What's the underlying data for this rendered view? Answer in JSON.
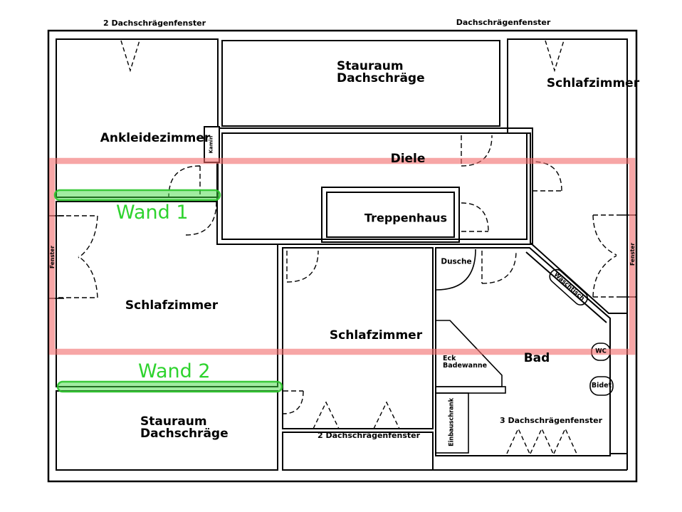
{
  "colors": {
    "wall_black": "#000000",
    "overlay_red": "#f26b6b",
    "highlight_green_fill": "#44d944",
    "highlight_green_stroke": "#2bc42b",
    "wand_text_green": "#2ed32e"
  },
  "overlays": {
    "wand1_label": "Wand 1",
    "wand2_label": "Wand 2"
  },
  "windows": {
    "top_left": "2 Dachschrägenfenster",
    "top_right": "Dachschrägenfenster",
    "bottom_middle": "2 Dachschrägenfenster",
    "bottom_right": "3 Dachschrägenfenster"
  },
  "rooms": {
    "ankleidezimmer": "Ankleidezimmer",
    "stauraum_top": {
      "line1": "Stauraum",
      "line2": "Dachschräge"
    },
    "schlafzimmer_top_right": "Schlafzimmer",
    "diele": "Diele",
    "treppenhaus": "Treppenhaus",
    "schlafzimmer_left": "Schlafzimmer",
    "schlafzimmer_middle": "Schlafzimmer",
    "bad": "Bad",
    "stauraum_bottom": {
      "line1": "Stauraum",
      "line2": "Dachschräge"
    }
  },
  "fixtures": {
    "kamin": "Kamin",
    "dusche": "Dusche",
    "waschtisch": "Waschtisch",
    "eck_badewanne": {
      "line1": "Eck",
      "line2": "Badewanne"
    },
    "einbauschrank": "Einbauschrank",
    "wc": "WC",
    "bidet": "Bidet",
    "fenster_left": "Fenster",
    "fenster_right": "Fenster"
  }
}
